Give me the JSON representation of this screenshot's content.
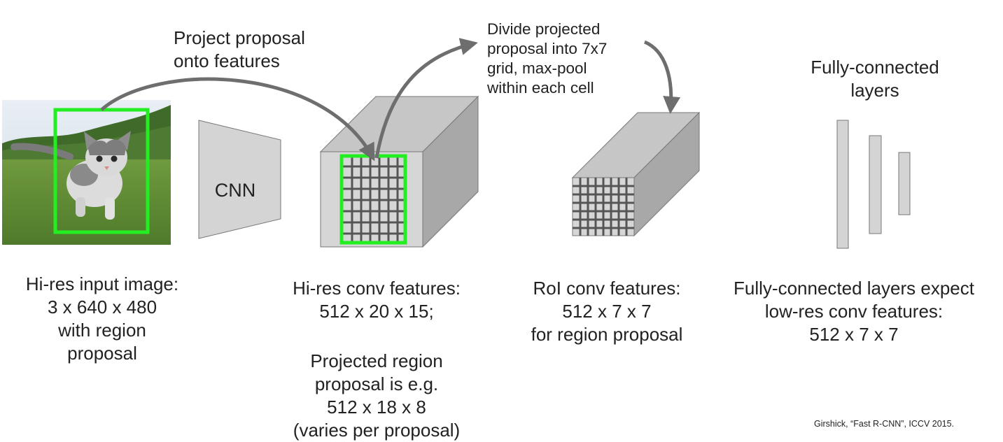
{
  "input_caption": "Hi-res input image:\n3 x 640 x 480\nwith region\nproposal",
  "cnn_label": "CNN",
  "project_annotation": "Project proposal\nonto features",
  "divide_annotation": "Divide projected\nproposal into 7x7\ngrid, max-pool\nwithin each cell",
  "conv_features_caption": "Hi-res conv features:\n512 x 20 x 15;",
  "projected_region_caption": "Projected region\nproposal is e.g.\n512 x 18 x 8\n(varies per proposal)",
  "roi_caption": "RoI conv features:\n512 x 7 x 7\nfor region proposal",
  "fc_title": "Fully-connected\nlayers",
  "fc_caption": "Fully-connected layers expect\nlow-res conv features:\n512 x 7 x 7",
  "citation": "Girshick, “Fast R-CNN”, ICCV 2015.",
  "colors": {
    "proposal_box": "#22ee22",
    "block_front": "#d6d6d6",
    "block_top": "#c6c6c6",
    "block_side": "#a8a8a8",
    "grid_lines": "#555555",
    "arrow": "#6e6e6e"
  }
}
